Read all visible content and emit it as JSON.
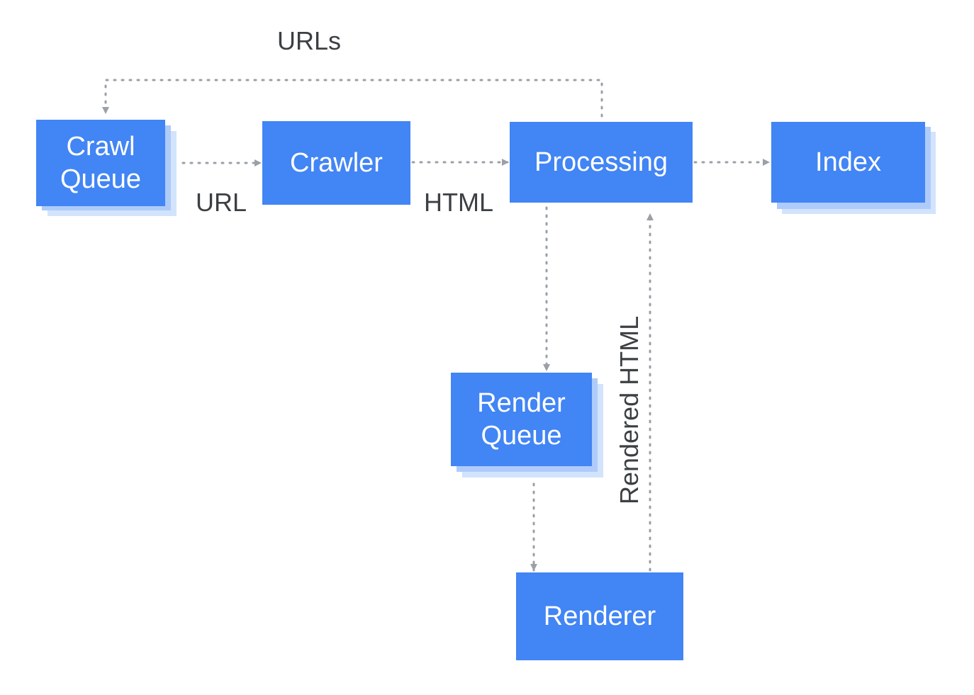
{
  "colors": {
    "node_fill": "#4285f4",
    "node_stack_1": "#aecbfa",
    "node_stack_2": "#d2e3fc",
    "node_text": "#ffffff",
    "connector": "#9aa0a6",
    "label_text": "#3c4043"
  },
  "nodes": {
    "crawl_queue": "Crawl\nQueue",
    "crawler": "Crawler",
    "processing": "Processing",
    "index": "Index",
    "render_queue": "Render\nQueue",
    "renderer": "Renderer"
  },
  "edges": [
    {
      "from": "crawl_queue",
      "to": "crawler",
      "label": "URL",
      "style": "dotted"
    },
    {
      "from": "crawler",
      "to": "processing",
      "label": "HTML",
      "style": "dotted"
    },
    {
      "from": "processing",
      "to": "index",
      "label": "",
      "style": "dotted"
    },
    {
      "from": "processing",
      "to": "crawl_queue",
      "label": "URLs",
      "style": "dotted"
    },
    {
      "from": "processing",
      "to": "render_queue",
      "label": "",
      "style": "dotted"
    },
    {
      "from": "render_queue",
      "to": "renderer",
      "label": "",
      "style": "dotted"
    },
    {
      "from": "renderer",
      "to": "processing",
      "label": "Rendered HTML",
      "style": "dotted"
    }
  ]
}
